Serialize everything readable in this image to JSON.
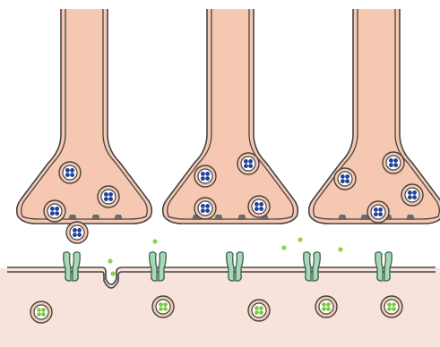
{
  "colors": {
    "terminal_fill": "#f6c8b1",
    "terminal_stroke": "#444444",
    "postsynaptic_fill": "#f8e3dc",
    "receptor_fill": "#a8d8b9",
    "receptor_stroke": "#3b5f49",
    "vesicle_ring": "#f6c8b1",
    "vesicle_core": "#ffffff",
    "presynaptic_vesicle_dots": "#1f3f9c",
    "postsynaptic_vesicle_dots": "#78c83a",
    "free_neurotransmitter": "#8fd14f",
    "active_zone": "#6a6a6a"
  },
  "structures": {
    "presynaptic_terminal_count": 3,
    "presynaptic_vesicles_per_terminal": [
      4,
      4,
      4
    ],
    "active_zones_per_terminal": 4,
    "receptor_count": 5,
    "postsynaptic_vesicle_count": 5,
    "free_neurotransmitter_count": 6,
    "membrane_pit_count": 1
  }
}
